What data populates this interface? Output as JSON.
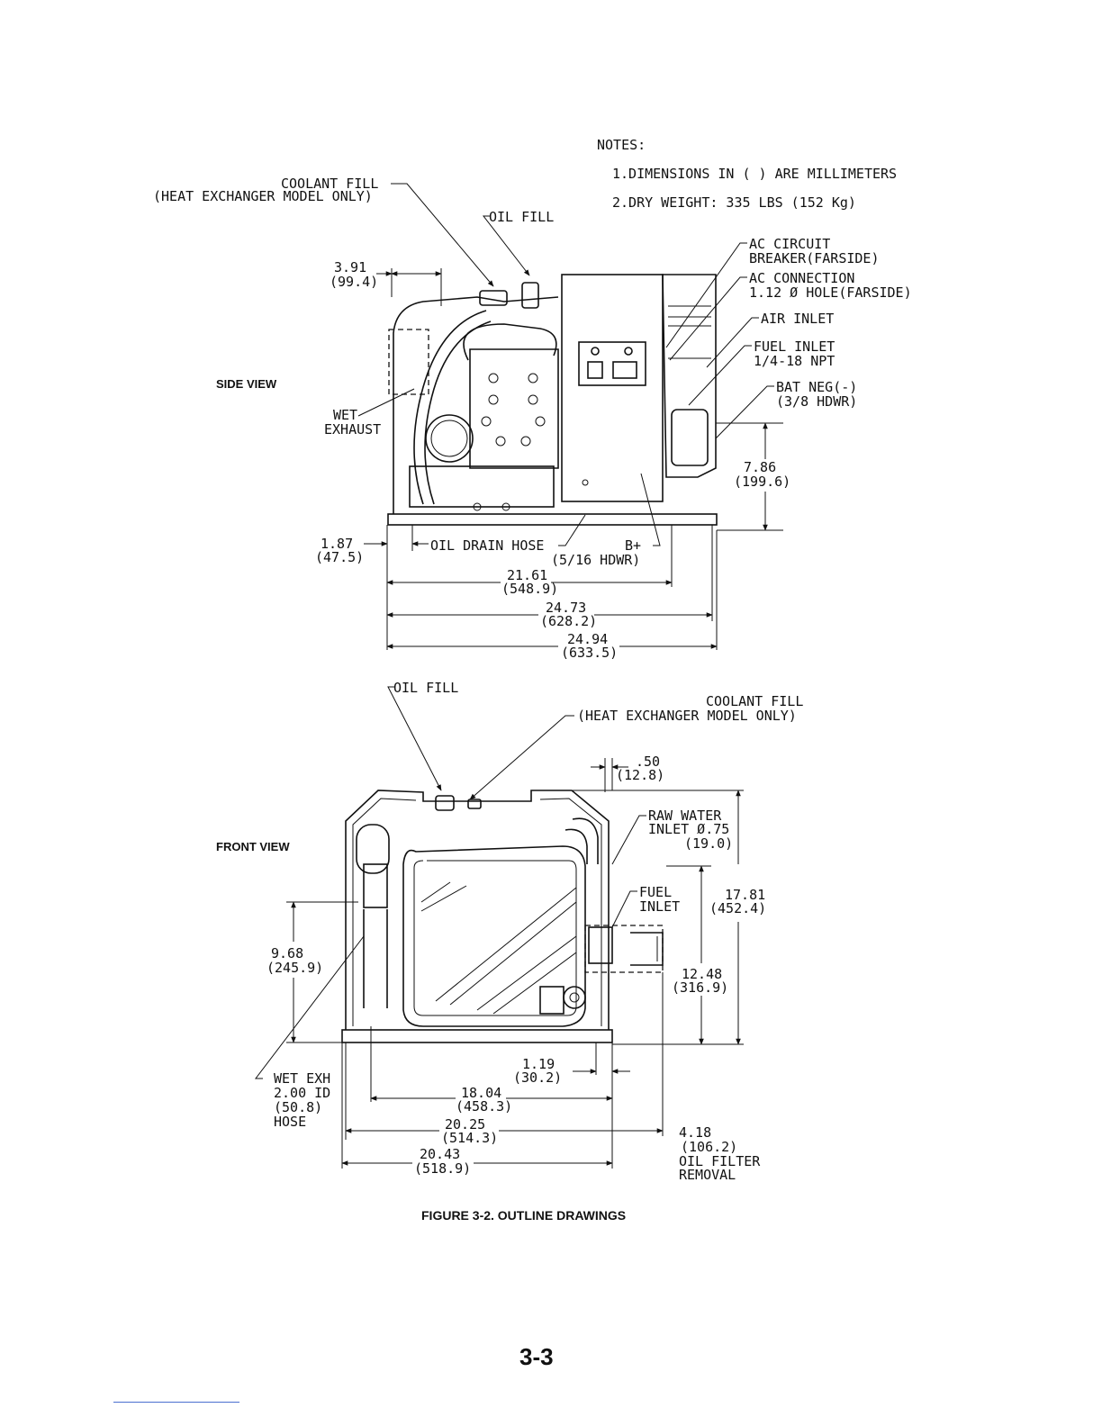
{
  "notes": {
    "heading": "NOTES:",
    "line1": "1.DIMENSIONS IN ( ) ARE MILLIMETERS",
    "line2": "2.DRY WEIGHT: 335 LBS (152 Kg)"
  },
  "side_view": {
    "view_label": "SIDE VIEW",
    "coolant_fill_1": "COOLANT FILL",
    "coolant_fill_2": "(HEAT EXCHANGER MODEL ONLY)",
    "oil_fill": "OIL FILL",
    "ac_breaker_1": "AC CIRCUIT",
    "ac_breaker_2": "BREAKER(FARSIDE)",
    "ac_connection_1": "AC CONNECTION",
    "ac_connection_2": "1.12 Ø HOLE(FARSIDE)",
    "air_inlet": "AIR INLET",
    "fuel_inlet_1": "FUEL INLET",
    "fuel_inlet_2": "1/4-18 NPT",
    "bat_neg_1": "BAT NEG(-)",
    "bat_neg_2": "(3/8 HDWR)",
    "wet_exhaust_1": "WET",
    "wet_exhaust_2": "EXHAUST",
    "oil_drain_hose": "OIL DRAIN HOSE",
    "b_plus_1": "B+",
    "b_plus_2": "(5/16 HDWR)",
    "dim_391": "3.91",
    "dim_391_mm": "(99.4)",
    "dim_786": "7.86",
    "dim_786_mm": "(199.6)",
    "dim_187": "1.87",
    "dim_187_mm": "(47.5)",
    "dim_2161": "21.61",
    "dim_2161_mm": "(548.9)",
    "dim_2473": "24.73",
    "dim_2473_mm": "(628.2)",
    "dim_2494": "24.94",
    "dim_2494_mm": "(633.5)"
  },
  "front_view": {
    "view_label": "FRONT VIEW",
    "oil_fill": "OIL FILL",
    "coolant_fill_1": "COOLANT FILL",
    "coolant_fill_2": "(HEAT EXCHANGER MODEL ONLY)",
    "raw_water_1": "RAW WATER",
    "raw_water_2": "INLET Ø.75",
    "raw_water_3": "(19.0)",
    "fuel_inlet_1": "FUEL",
    "fuel_inlet_2": "INLET",
    "wet_exh_1": "WET EXH",
    "wet_exh_2": "2.00 ID",
    "wet_exh_3": "(50.8)",
    "wet_exh_4": "HOSE",
    "oil_filter_1": "OIL FILTER",
    "oil_filter_2": "REMOVAL",
    "dim_050": ".50",
    "dim_050_mm": "(12.8)",
    "dim_1781": "17.81",
    "dim_1781_mm": "(452.4)",
    "dim_1248": "12.48",
    "dim_1248_mm": "(316.9)",
    "dim_968": "9.68",
    "dim_968_mm": "(245.9)",
    "dim_119": "1.19",
    "dim_119_mm": "(30.2)",
    "dim_1804": "18.04",
    "dim_1804_mm": "(458.3)",
    "dim_2025": "20.25",
    "dim_2025_mm": "(514.3)",
    "dim_2043": "20.43",
    "dim_2043_mm": "(518.9)",
    "dim_418": "4.18",
    "dim_418_mm": "(106.2)"
  },
  "caption": "FIGURE 3-2.  OUTLINE DRAWINGS",
  "page_number": "3-3"
}
